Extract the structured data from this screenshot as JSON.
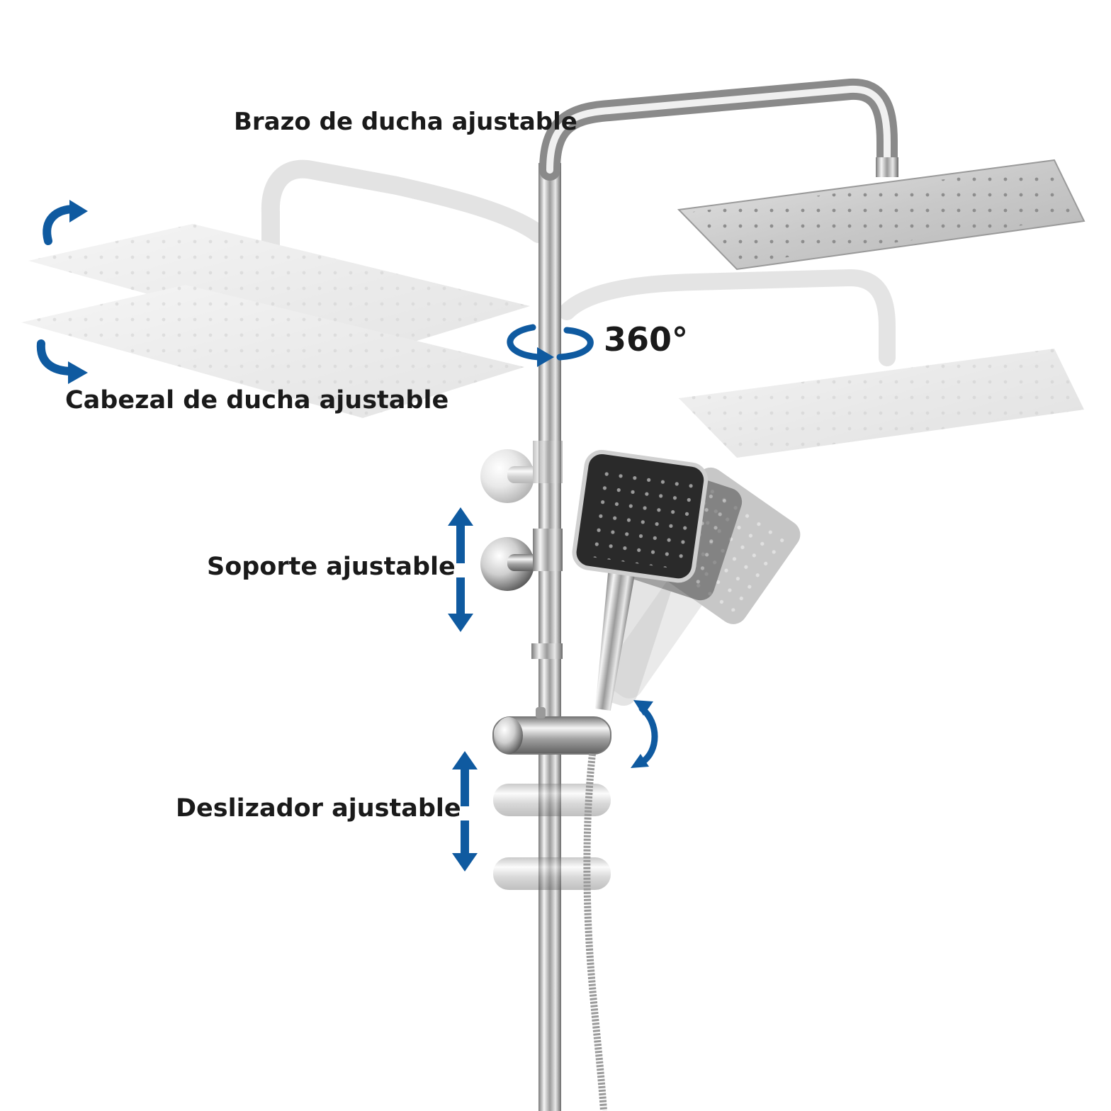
{
  "labels": {
    "arm": "Brazo de ducha ajustable",
    "head": "Cabezal de ducha ajustable",
    "rotation": "360°",
    "bracket": "Soporte ajustable",
    "slider": "Deslizador ajustable"
  },
  "colors": {
    "accent_arrow": "#0f5aa0",
    "text": "#1a1a1a",
    "chrome_light": "#f2f2f2",
    "chrome_dark": "#6e6e6e",
    "handset_face": "#2a2a2a"
  },
  "icons": [
    "rotate-up-arrow-icon",
    "rotate-down-arrow-icon",
    "rotation-360-arrow-icon",
    "vertical-double-arrow-icon",
    "tilt-arrow-icon"
  ]
}
